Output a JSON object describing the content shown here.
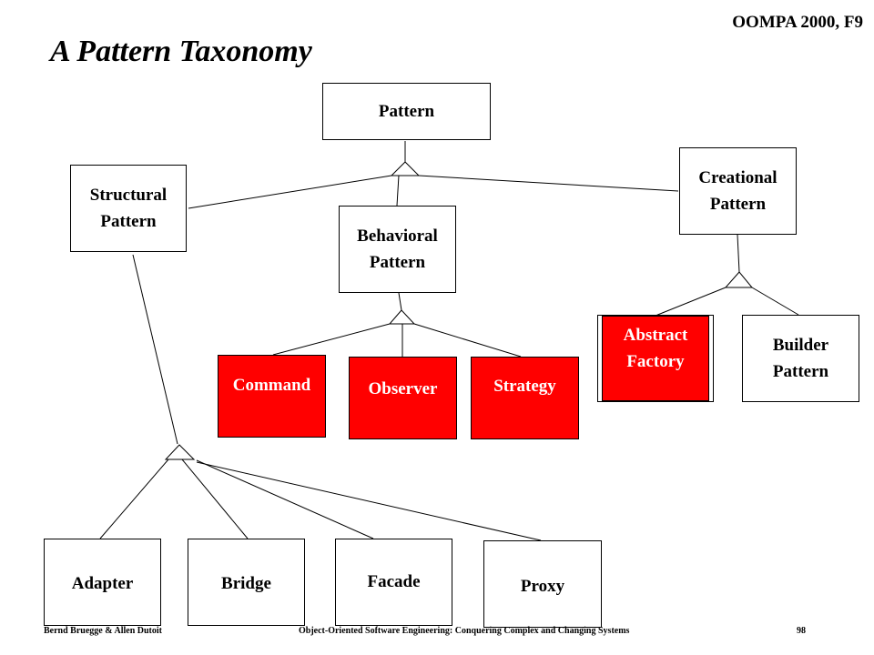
{
  "header": {
    "course": "OOMPA 2000, F9",
    "title": "A Pattern Taxonomy"
  },
  "nodes": {
    "pattern": "Pattern",
    "structural": "Structural\nPattern",
    "behavioral": "Behavioral\nPattern",
    "creational": "Creational\nPattern",
    "command": "Command",
    "observer": "Observer",
    "strategy": "Strategy",
    "abstract_factory": "Abstract\nFactory",
    "builder": "Builder\nPattern",
    "adapter": "Adapter",
    "bridge": "Bridge",
    "facade": "Facade",
    "proxy": "Proxy"
  },
  "colors": {
    "highlight": "#ff0000",
    "highlight_text": "#ffffff"
  },
  "footer": {
    "authors": "Bernd Bruegge & Allen Dutoit",
    "book": "Object-Oriented Software Engineering: Conquering Complex and Changing Systems",
    "page": "98"
  }
}
